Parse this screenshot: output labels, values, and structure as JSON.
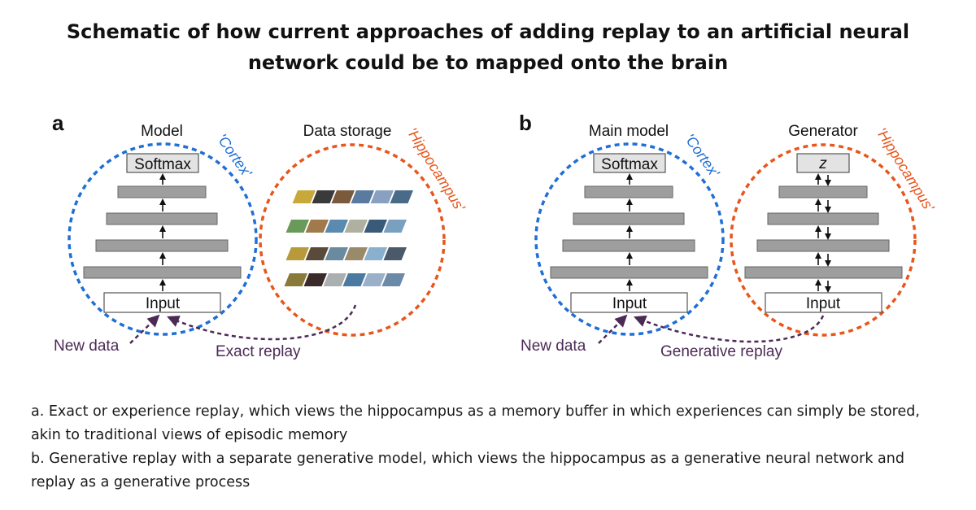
{
  "title_line1": "Schematic of how current approaches of adding replay to an artificial neural",
  "title_line2": "network could be to mapped onto the brain",
  "panel_a": {
    "letter": "a",
    "model_label": "Model",
    "storage_label": "Data storage",
    "cortex_label": "'Cortex'",
    "hippocampus_label": "'Hippocampus'",
    "softmax_label": "Softmax",
    "input_label": "Input",
    "new_data_label": "New data",
    "replay_label": "Exact replay"
  },
  "panel_b": {
    "letter": "b",
    "model_label": "Main model",
    "generator_label": "Generator",
    "cortex_label": "'Cortex'",
    "hippocampus_label": "'Hippocampus'",
    "softmax_label": "Softmax",
    "input_label": "Input",
    "generator_input_label": "Input",
    "z_label": "z",
    "new_data_label": "New data",
    "replay_label": "Generative replay"
  },
  "colors": {
    "cortex": "#1f6fd6",
    "hippocampus": "#e8561c",
    "replay_arrow": "#4b2a55",
    "layer_fill": "#9e9e9e"
  },
  "captions": {
    "a": "a. Exact or experience replay, which views the hippocampus as a memory buffer in which experiences can simply be stored, akin to traditional views of episodic memory",
    "b": "b. Generative replay with a separate generative model, which views the hippocampus as a generative neural network and replay as a generative process"
  }
}
